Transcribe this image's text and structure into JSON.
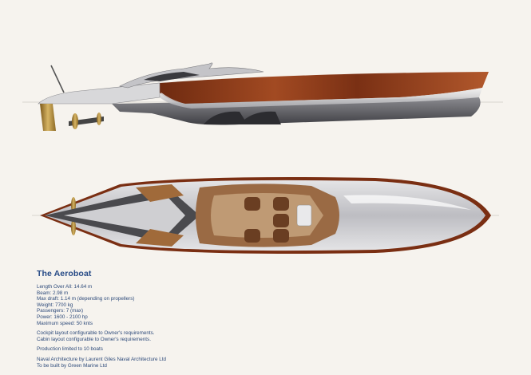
{
  "document": {
    "title": "The Aeroboat",
    "specs": [
      "Length Over All: 14.64 m",
      "Beam: 2.98 m",
      "Max draft: 1.14 m (depending on propellers)",
      "Weight: 7700 kg",
      "Passengers: 7 (max)",
      "Power: 1600 - 2100 hp",
      "Maximum speed: 50 knts"
    ],
    "layout_notes": [
      "Cockpit layout configurable to Owner's requirements.",
      "Cabin layout configurable to Owner's requirements."
    ],
    "production_note": "Production limited to 10 boats",
    "credits": [
      "Naval Architecture by Laurent Giles Naval Architecture Ltd",
      "To be built by Green Marine Ltd"
    ]
  },
  "colors": {
    "background": "#f6f3ee",
    "title_blue": "#264a86",
    "text_blue": "#2d4a7a",
    "mahogany": "#8a3a1a",
    "hull_grey": "#5a5a5e",
    "bronze": "#b08a3a"
  }
}
